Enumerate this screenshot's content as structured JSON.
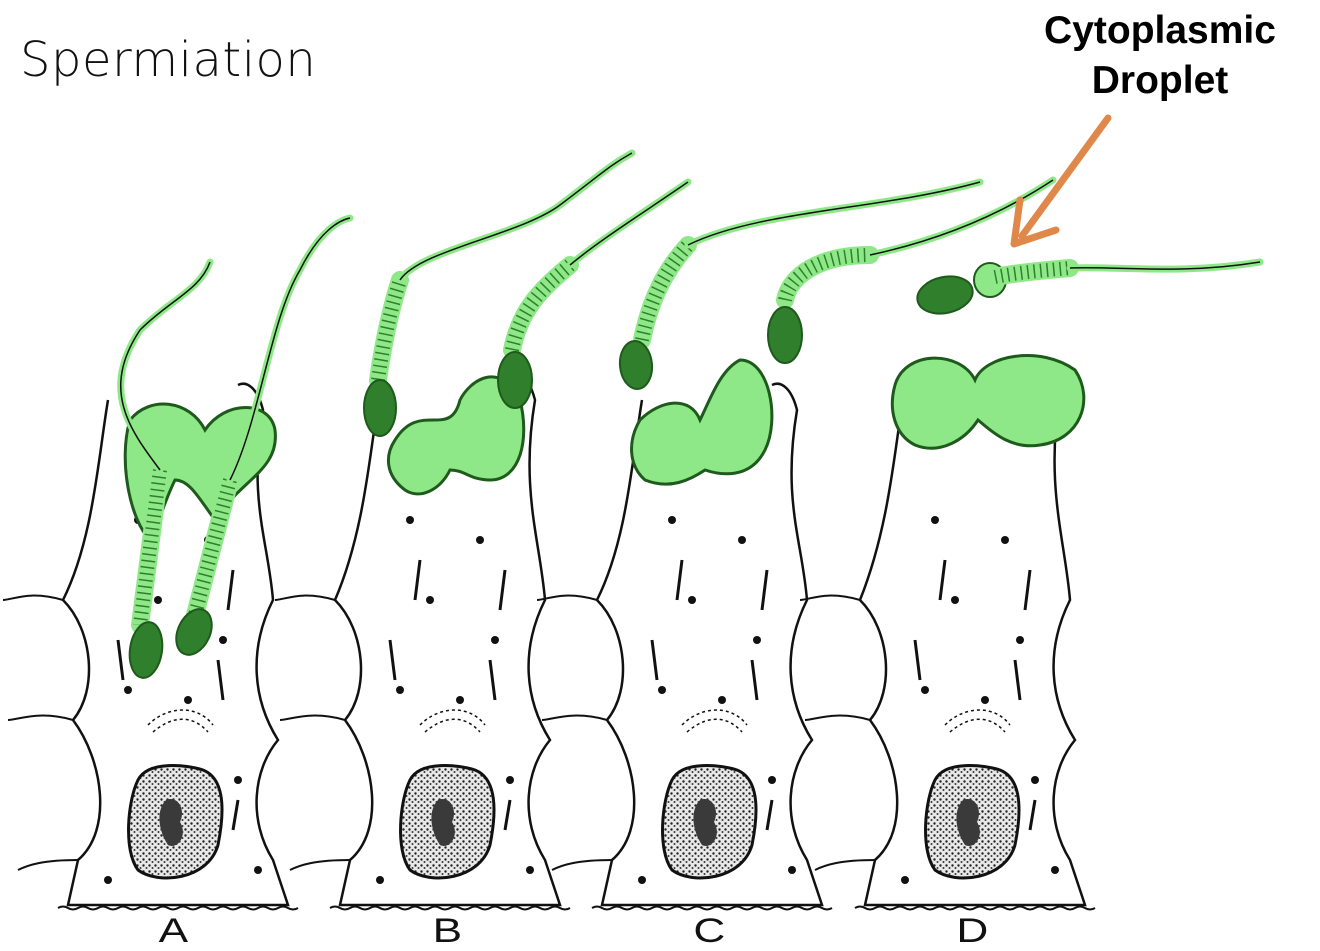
{
  "title": "Spermiation",
  "callout": {
    "line1": "Cytoplasmic",
    "line2": "Droplet"
  },
  "panels": [
    {
      "label": "A"
    },
    {
      "label": "B"
    },
    {
      "label": "C"
    },
    {
      "label": "D"
    }
  ],
  "colors": {
    "spermatid_light": "#8ee887",
    "spermatid_dark": "#2f7f2c",
    "arrow": "#e0884a",
    "outline": "#111111",
    "nucleus": "#3a3a3a"
  }
}
